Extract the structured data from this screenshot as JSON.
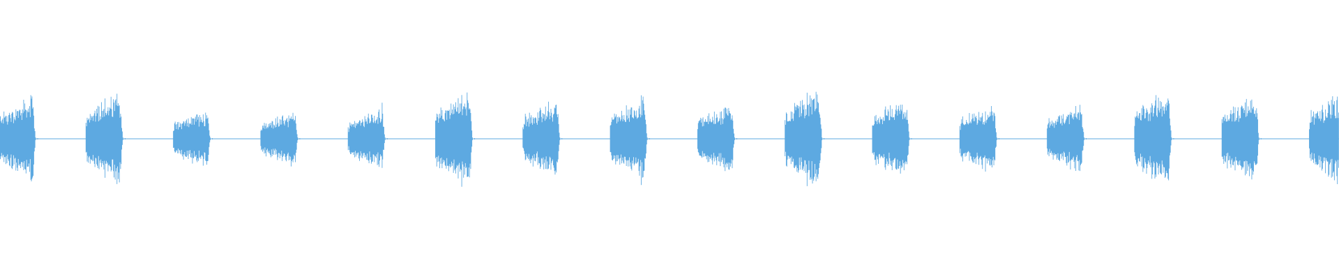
{
  "waveform": {
    "color": "#5DA9E1",
    "background": "#FFFFFF",
    "bursts": [
      {
        "amplitude": 0.62
      },
      {
        "amplitude": 0.66
      },
      {
        "amplitude": 0.4
      },
      {
        "amplitude": 0.4
      },
      {
        "amplitude": 0.45
      },
      {
        "amplitude": 0.7
      },
      {
        "amplitude": 0.55
      },
      {
        "amplitude": 0.6
      },
      {
        "amplitude": 0.5
      },
      {
        "amplitude": 0.71
      },
      {
        "amplitude": 0.58
      },
      {
        "amplitude": 0.52
      },
      {
        "amplitude": 0.48
      },
      {
        "amplitude": 0.7
      },
      {
        "amplitude": 0.65
      },
      {
        "amplitude": 0.66
      }
    ]
  }
}
